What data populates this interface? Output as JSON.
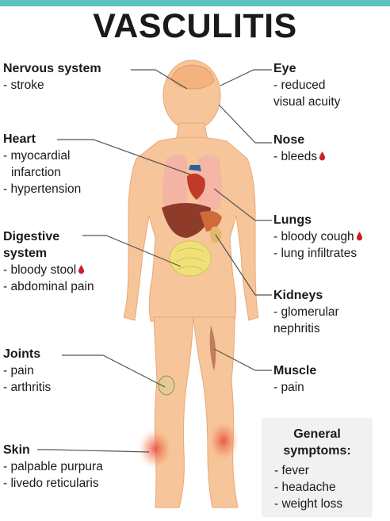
{
  "title": "VASCULITIS",
  "labels": {
    "nervous": {
      "heading": "Nervous system",
      "items": [
        "- stroke"
      ]
    },
    "heart": {
      "heading": "Heart",
      "items": [
        "- myocardial",
        "infarction",
        "- hypertension"
      ]
    },
    "digestive": {
      "heading_lines": [
        "Digestive",
        "system"
      ],
      "items": [
        "- bloody stool",
        "- abdominal pain"
      ]
    },
    "joints": {
      "heading": "Joints",
      "items": [
        "- pain",
        "- arthritis"
      ]
    },
    "skin": {
      "heading": "Skin",
      "items": [
        "- palpable purpura",
        "- livedo reticularis"
      ]
    },
    "eye": {
      "heading": "Eye",
      "items": [
        "- reduced",
        "visual acuity"
      ]
    },
    "nose": {
      "heading": "Nose",
      "items": [
        "- bleeds"
      ]
    },
    "lungs": {
      "heading": "Lungs",
      "items": [
        "- bloody cough",
        "- lung infiltrates"
      ]
    },
    "kidneys": {
      "heading": "Kidneys",
      "items": [
        "- glomerular",
        "nephritis"
      ]
    },
    "muscle": {
      "heading": "Muscle",
      "items": [
        "- pain"
      ]
    }
  },
  "general": {
    "heading_lines": [
      "General",
      "symptoms:"
    ],
    "items": [
      "- fever",
      "- headache",
      "- weight loss"
    ]
  },
  "colors": {
    "accent_bar": "#5bc4c1",
    "skin": "#f7c59a",
    "blood_drop": "#d0202a",
    "inflammation": "#e8453c",
    "leader_line": "#555555"
  },
  "icons": [
    "blood-drop-icon"
  ]
}
